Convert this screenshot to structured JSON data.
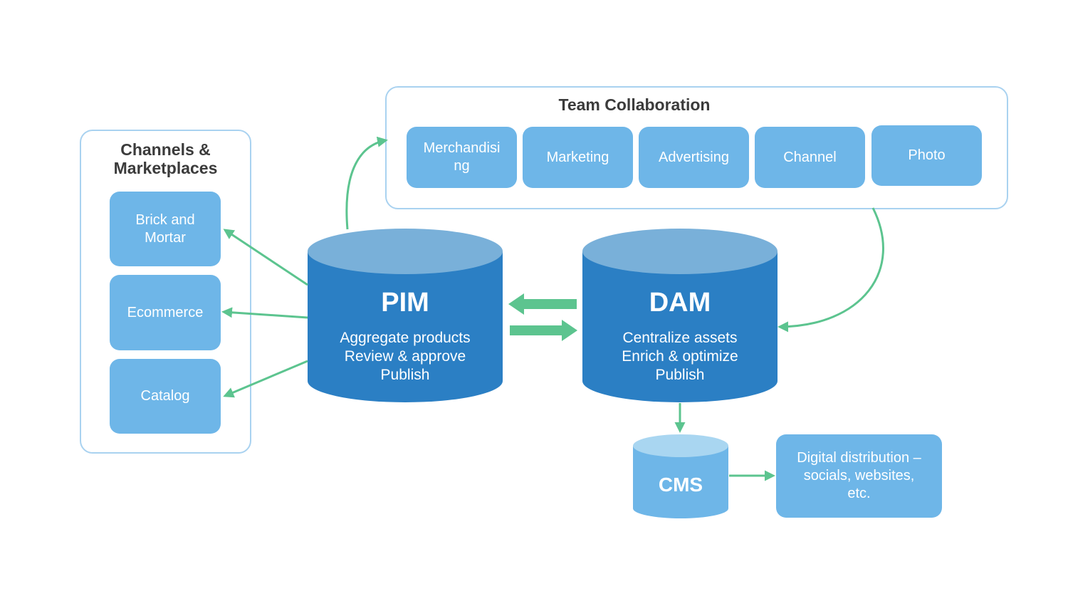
{
  "colors": {
    "panel_border": "#a9d2f0",
    "box_fill": "#6eb6e8",
    "cylinder_body": "#2b7fc4",
    "cylinder_top": "#79b0d9",
    "cms_body": "#6eb6e8",
    "cms_top": "#a9d6f1",
    "arrow": "#5cc48f"
  },
  "team": {
    "title": "Team Collaboration",
    "items": [
      "Merchandisi\nng",
      "Marketing",
      "Advertising",
      "Channel",
      "Photo"
    ]
  },
  "channels": {
    "title": "Channels &\nMarketplaces",
    "items": [
      "Brick and\nMortar",
      "Ecommerce",
      "Catalog"
    ]
  },
  "pim": {
    "title": "PIM",
    "lines": "Aggregate  products\nReview & approve\nPublish"
  },
  "dam": {
    "title": "DAM",
    "lines": "Centralize  assets\nEnrich & optimize\nPublish"
  },
  "cms": {
    "title": "CMS"
  },
  "distribution": {
    "label": "Digital distribution  –\nsocials,  websites,\netc."
  }
}
